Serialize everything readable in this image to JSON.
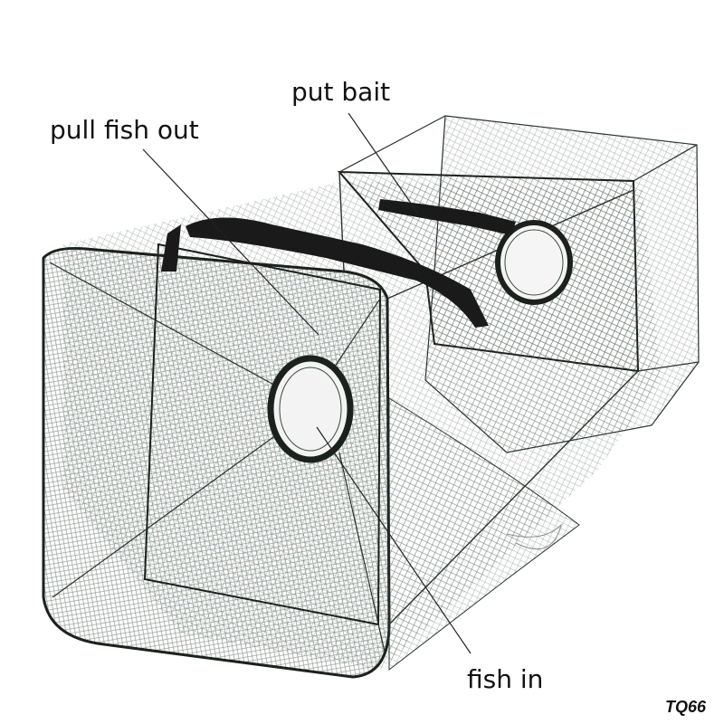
{
  "annotations": {
    "put_bait": "put bait",
    "pull_fish_out": "pull fish out",
    "fish_in": "fish in"
  },
  "product_code": "TQ66",
  "colors": {
    "background": "#ffffff",
    "net": "#2f3a33",
    "frame": "#1b221d",
    "strap": "#1a1a1a",
    "leader_line": "#222222",
    "text": "#111111"
  }
}
